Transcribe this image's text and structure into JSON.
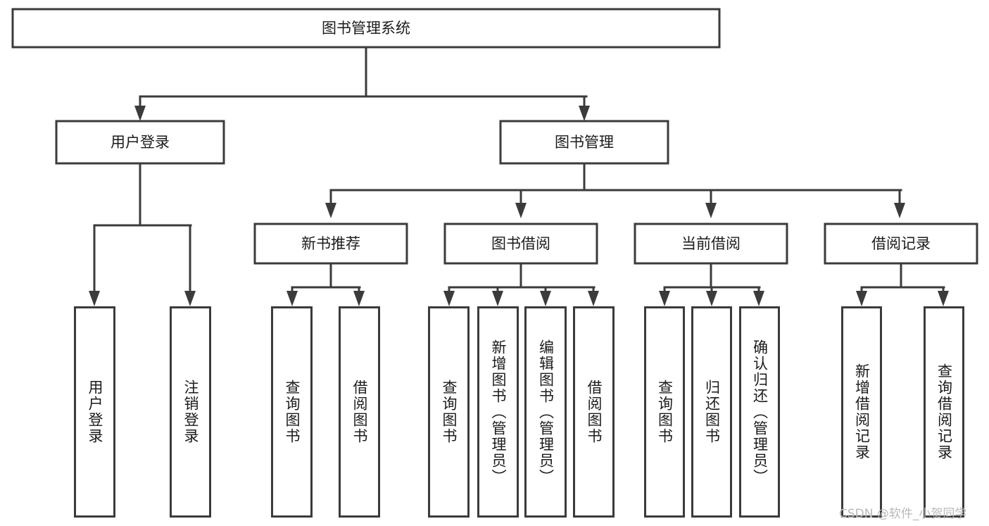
{
  "diagram": {
    "type": "tree-hierarchy-flowchart",
    "title_node": {
      "label": "图书管理系统"
    },
    "level1": [
      {
        "id": "user-login",
        "label": "用户登录"
      },
      {
        "id": "book-manage",
        "label": "图书管理"
      }
    ],
    "level2": [
      {
        "id": "new-book-recommend",
        "label": "新书推荐",
        "parent": "book-manage"
      },
      {
        "id": "book-borrow",
        "label": "图书借阅",
        "parent": "book-manage"
      },
      {
        "id": "current-borrow",
        "label": "当前借阅",
        "parent": "book-manage"
      },
      {
        "id": "borrow-record",
        "label": "借阅记录",
        "parent": "book-manage"
      }
    ],
    "leaves": [
      {
        "id": "leaf-user-login",
        "label": "用户登录",
        "parent": "user-login"
      },
      {
        "id": "leaf-user-logout",
        "label": "注销登录",
        "parent": "user-login"
      },
      {
        "id": "leaf-query-book-1",
        "label": "查询图书",
        "parent": "new-book-recommend"
      },
      {
        "id": "leaf-borrow-book-1",
        "label": "借阅图书",
        "parent": "new-book-recommend"
      },
      {
        "id": "leaf-query-book-2",
        "label": "查询图书",
        "parent": "book-borrow"
      },
      {
        "id": "leaf-add-book",
        "label": "新增图书（管理员）",
        "parent": "book-borrow"
      },
      {
        "id": "leaf-edit-book",
        "label": "编辑图书（管理员）",
        "parent": "book-borrow"
      },
      {
        "id": "leaf-borrow-book-2",
        "label": "借阅图书",
        "parent": "book-borrow"
      },
      {
        "id": "leaf-query-book-3",
        "label": "查询图书",
        "parent": "current-borrow"
      },
      {
        "id": "leaf-return-book",
        "label": "归还图书",
        "parent": "current-borrow"
      },
      {
        "id": "leaf-confirm-return",
        "label": "确认归还（管理员）",
        "parent": "current-borrow"
      },
      {
        "id": "leaf-add-record",
        "label": "新增借阅记录",
        "parent": "borrow-record"
      },
      {
        "id": "leaf-query-record",
        "label": "查询借阅记录",
        "parent": "borrow-record"
      }
    ],
    "colors": {
      "stroke": "#3b3b3b",
      "fill": "#ffffff",
      "text": "#1b1b1b",
      "watermark": "#b9b9b9"
    }
  },
  "watermark": {
    "text": "CSDN @软件_小贺同学"
  }
}
